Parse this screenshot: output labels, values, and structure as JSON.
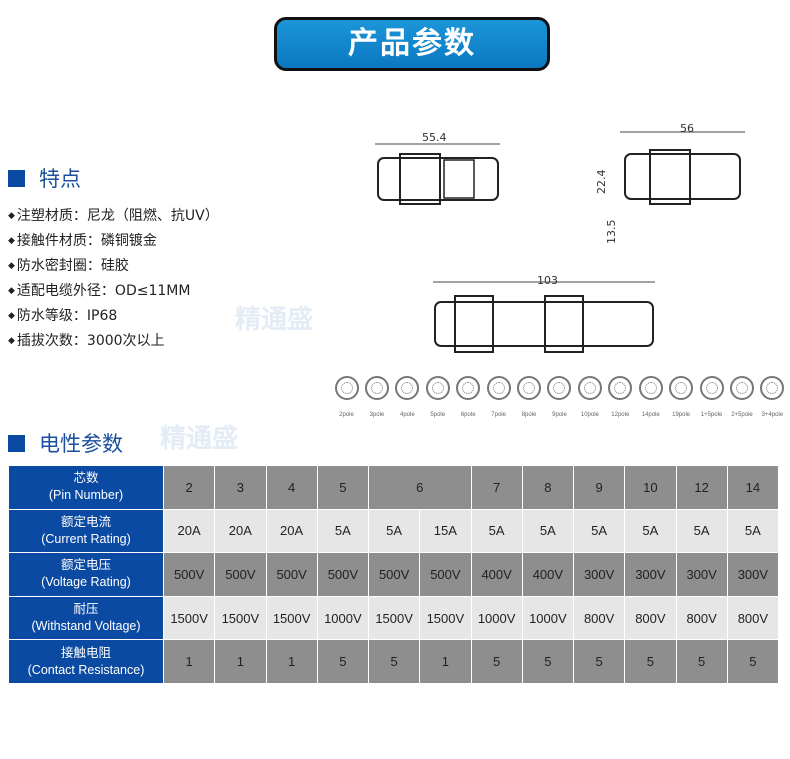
{
  "title": "产品参数",
  "features_heading": "特点",
  "features": [
    "注塑材质：尼龙（阻燃、抗UV）",
    "接触件材质：磷铜镀金",
    "防水密封圈：硅胶",
    "适配电缆外径：OD≤11MM",
    "防水等级：IP68",
    "插拔次数：3000次以上"
  ],
  "electrical_heading": "电性参数",
  "watermark": "精通盛",
  "dimensions": {
    "a": "55.4",
    "b": "56",
    "c": "22.4",
    "d": "13.5",
    "e": "103"
  },
  "pin_layouts": [
    "2pole",
    "3pole",
    "4pole",
    "5pole",
    "6pole",
    "7pole",
    "8pole",
    "9pole",
    "10pole",
    "12pole",
    "14pole",
    "19pole",
    "1+5pole",
    "2+5pole",
    "3+4pole"
  ],
  "table": {
    "rows": [
      {
        "cn": "芯数",
        "en": "(Pin Number)",
        "values": [
          "2",
          "3",
          "4",
          "5",
          "6",
          "7",
          "8",
          "9",
          "10",
          "12",
          "14"
        ]
      },
      {
        "cn": "额定电流",
        "en": "(Current Rating)",
        "values": [
          "20A",
          "20A",
          "20A",
          "5A",
          "5A",
          "15A",
          "5A",
          "5A",
          "5A",
          "5A",
          "5A",
          "5A"
        ]
      },
      {
        "cn": "额定电压",
        "en": "(Voltage Rating)",
        "values": [
          "500V",
          "500V",
          "500V",
          "500V",
          "500V",
          "500V",
          "400V",
          "400V",
          "300V",
          "300V",
          "300V",
          "300V"
        ]
      },
      {
        "cn": "耐压",
        "en": "(Withstand Voltage)",
        "values": [
          "1500V",
          "1500V",
          "1500V",
          "1000V",
          "1500V",
          "1500V",
          "1000V",
          "1000V",
          "800V",
          "800V",
          "800V",
          "800V"
        ]
      },
      {
        "cn": "接触电阻",
        "en": "(Contact Resistance)",
        "values": [
          "1",
          "1",
          "1",
          "5",
          "5",
          "1",
          "5",
          "5",
          "5",
          "5",
          "5",
          "5"
        ]
      }
    ]
  }
}
